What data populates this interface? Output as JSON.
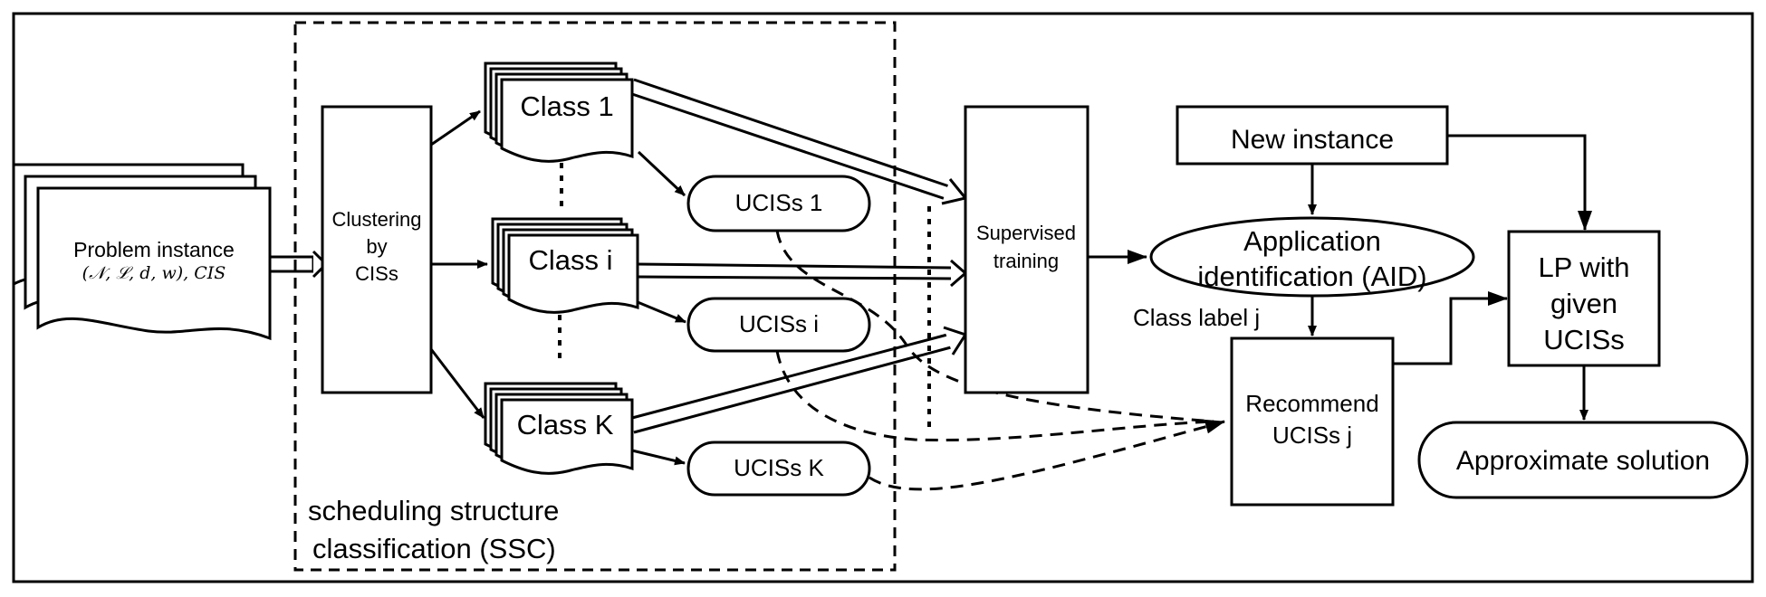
{
  "problem_instance": {
    "label": "Problem instance",
    "formula": "(𝒩, ℒ, d, w), CIS"
  },
  "clustering": {
    "line1": "Clustering",
    "line2": "by",
    "line3": "CISs"
  },
  "classes": {
    "class1": "Class 1",
    "classi": "Class i",
    "classK": "Class K"
  },
  "ucis": {
    "ucis1": "UCISs 1",
    "ucisi": "UCISs i",
    "ucisK": "UCISs K"
  },
  "ssc": {
    "line1": "scheduling structure",
    "line2": "classification (SSC)"
  },
  "supervised": {
    "line1": "Supervised",
    "line2": "training"
  },
  "new_instance": "New instance",
  "aid": {
    "line1": "Application",
    "line2": "identification (AID)"
  },
  "class_label": "Class label j",
  "recommend": {
    "line1": "Recommend",
    "line2": "UCISs j"
  },
  "lp": {
    "line1": "LP with",
    "line2": "given",
    "line3": "UCISs"
  },
  "approx": "Approximate solution"
}
